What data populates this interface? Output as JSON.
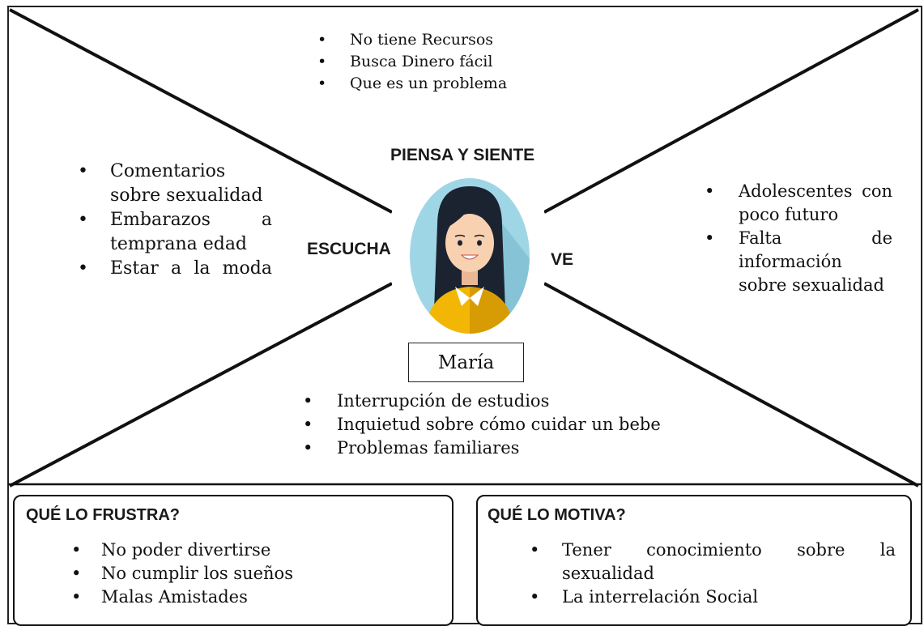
{
  "center": {
    "label_top": "PIENSA Y SIENTE",
    "label_left": "ESCUCHA",
    "label_right": "VE",
    "persona_name": "María"
  },
  "piensa_y_siente": [
    "No tiene Recursos",
    "Busca Dinero fácil",
    "Que es un problema"
  ],
  "escucha": {
    "item1": [
      "Comentarios",
      "sobre sexualidad"
    ],
    "item2": [
      "Embarazos a",
      "temprana edad"
    ],
    "item3": "Estar a la moda"
  },
  "ve": {
    "item1": [
      "Adolescentes con",
      "poco futuro"
    ],
    "item2": [
      "Falta de",
      "información",
      "sobre sexualidad"
    ]
  },
  "hace": [
    "Interrupción de estudios",
    "Inquietud sobre cómo cuidar un bebe",
    "Problemas familiares"
  ],
  "frustra": {
    "title": "QUÉ LO FRUSTRA?",
    "items": [
      "No poder divertirse",
      "No cumplir los sueños",
      "Malas Amistades"
    ]
  },
  "motiva": {
    "title": "QUÉ  LO MOTIVA?",
    "item1": [
      "Tener conocimiento sobre la",
      "sexualidad"
    ],
    "item2": "La interrelación Social"
  },
  "colors": {
    "avatar_bg": "#9fd6e6",
    "hair": "#1c2330",
    "shirt": "#f2b705",
    "skin": "#f8d1b0"
  }
}
